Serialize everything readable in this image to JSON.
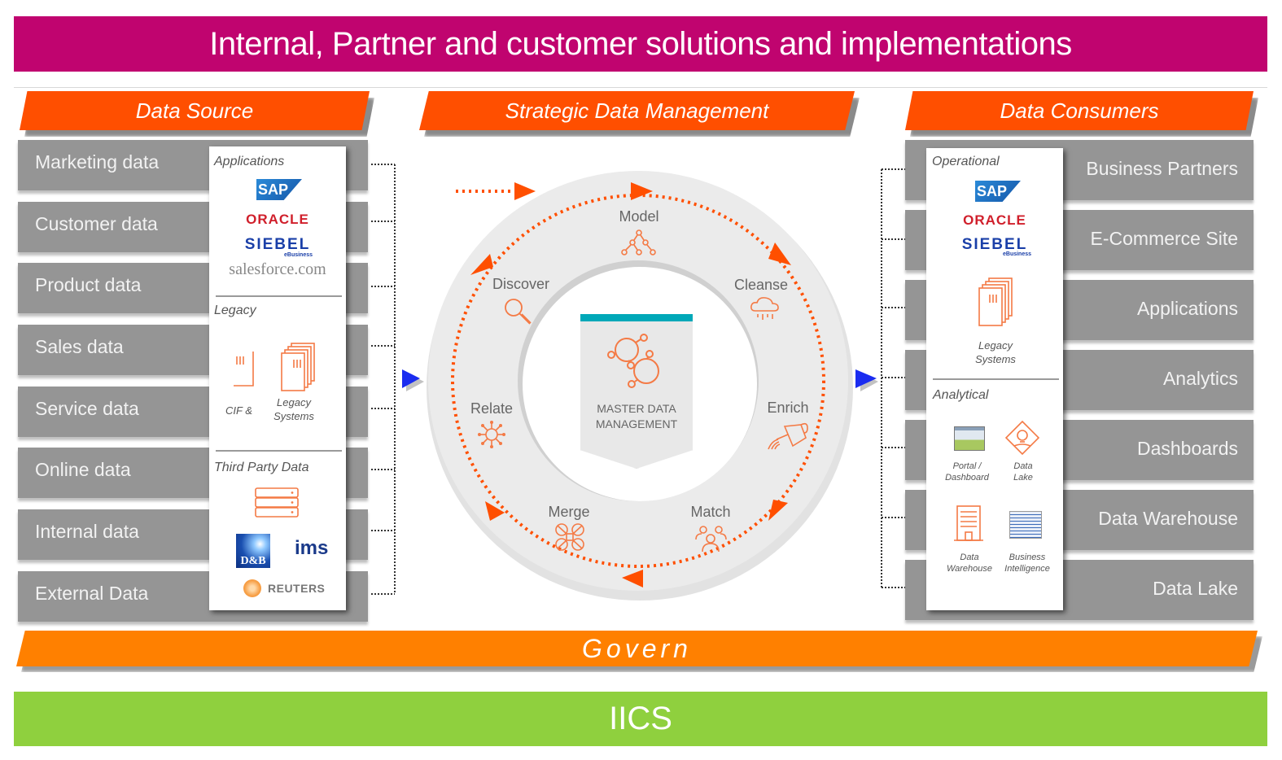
{
  "header": {
    "title": "Internal, Partner and customer solutions and implementations"
  },
  "columns": {
    "source": "Data Source",
    "strategic": "Strategic Data Management",
    "consumers": "Data Consumers"
  },
  "sources": {
    "rows": [
      "Marketing data",
      "Customer data",
      "Product data",
      "Sales data",
      "Service data",
      "Online data",
      "Internal data",
      "External Data"
    ],
    "card": {
      "applications_label": "Applications",
      "applications": [
        "SAP",
        "ORACLE",
        "SIEBEL",
        "eBusiness",
        "salesforce.com"
      ],
      "legacy_label": "Legacy",
      "cif_label": "CIF &",
      "legacy_systems_line1": "Legacy",
      "legacy_systems_line2": "Systems",
      "third_party_label": "Third Party Data",
      "third_party": [
        "D&B",
        "ims",
        "REUTERS"
      ]
    }
  },
  "mdm": {
    "center_line1": "MASTER DATA",
    "center_line2": "MANAGEMENT",
    "stages": [
      "Model",
      "Cleanse",
      "Enrich",
      "Match",
      "Merge",
      "Relate",
      "Discover"
    ]
  },
  "consumers": {
    "rows": [
      "Business Partners",
      "E-Commerce Site",
      "Applications",
      "Analytics",
      "Dashboards",
      "Data Warehouse",
      "Data Lake"
    ],
    "card": {
      "operational_label": "Operational",
      "operational": [
        "SAP",
        "ORACLE",
        "SIEBEL",
        "eBusiness"
      ],
      "legacy_line1": "Legacy",
      "legacy_line2": "Systems",
      "analytical_label": "Analytical",
      "portal_line1": "Portal /",
      "portal_line2": "Dashboard",
      "lake_line1": "Data",
      "lake_line2": "Lake",
      "warehouse_line1": "Data",
      "warehouse_line2": "Warehouse",
      "bi_line1": "Business",
      "bi_line2": "Intelligence"
    }
  },
  "footer": {
    "govern": "Govern",
    "platform": "IICS"
  },
  "colors": {
    "magenta": "#c0046f",
    "orange": "#ff4f00",
    "govern_orange": "#ff8000",
    "green": "#8fd03e",
    "gray_row": "#959595",
    "arrow_blue": "#1a2cf0",
    "teal": "#00a8b8"
  }
}
